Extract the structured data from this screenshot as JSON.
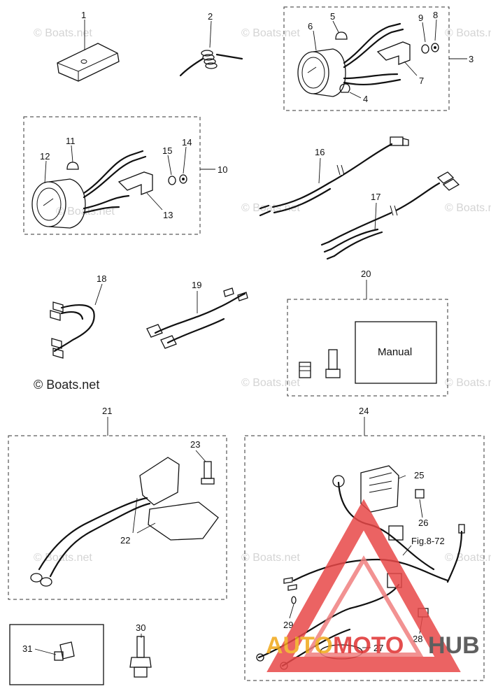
{
  "watermarks": {
    "small": "© Boats.net",
    "large": "© Boats.net"
  },
  "labels": {
    "p1": "1",
    "p2": "2",
    "p3": "3",
    "p4": "4",
    "p5": "5",
    "p6": "6",
    "p7": "7",
    "p8": "8",
    "p9": "9",
    "p10": "10",
    "p11": "11",
    "p12": "12",
    "p13": "13",
    "p14": "14",
    "p15": "15",
    "p16": "16",
    "p17": "17",
    "p18": "18",
    "p19": "19",
    "p20": "20",
    "p21": "21",
    "p22": "22",
    "p23": "23",
    "p24": "24",
    "p25": "25",
    "p26": "26",
    "p27": "27",
    "p28": "28",
    "p29": "29",
    "p30": "30",
    "p31": "31"
  },
  "manual_label": "Manual",
  "fig_ref": "Fig.8-72",
  "logo": {
    "part1": "AUTO",
    "part2": "MOTO",
    "part3": "HUB",
    "colors": {
      "auto": "#f0a818",
      "moto": "#e03030",
      "hub": "#444444",
      "triangle": "#e84848"
    }
  }
}
